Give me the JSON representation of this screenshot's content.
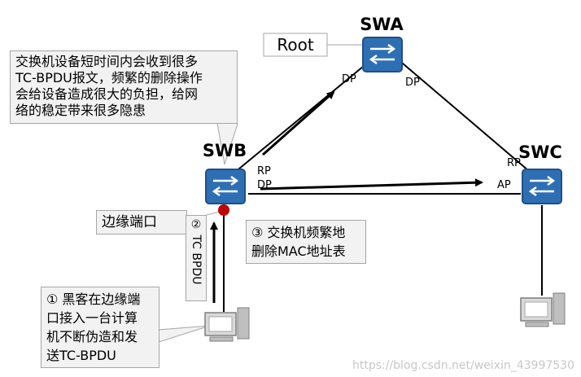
{
  "switches": {
    "swa": {
      "name": "SWA"
    },
    "swb": {
      "name": "SWB"
    },
    "swc": {
      "name": "SWC"
    }
  },
  "root_label": "Root",
  "ports": {
    "swa_left": "DP",
    "swa_right": "DP",
    "swb_rp": "RP",
    "swb_dp": "DP",
    "swc_rp": "RP",
    "swc_ap": "AP"
  },
  "callouts": {
    "top": [
      "交换机设备短时间内会收到很多",
      "TC-BPDU报文，频繁的删除操作",
      "会给设备造成很大的负担，给网",
      "络的稳定带来很多隐患"
    ],
    "edge_port": "边缘端口",
    "step3": [
      "③ 交换机频繁地",
      "删除MAC地址表"
    ],
    "step1": [
      "① 黑客在边缘端",
      "口接入一台计算",
      "机不断伪造和发",
      "送TC-BPDU"
    ],
    "step2": "② TC BPDU"
  },
  "watermark": "https://blog.csdn.net/weixin_43997530",
  "colors": {
    "switch_fill": "#2e6fb4",
    "switch_dark": "#1f4f86",
    "edge_dot": "#c00000",
    "callout_bg": "#f2f2f2"
  }
}
